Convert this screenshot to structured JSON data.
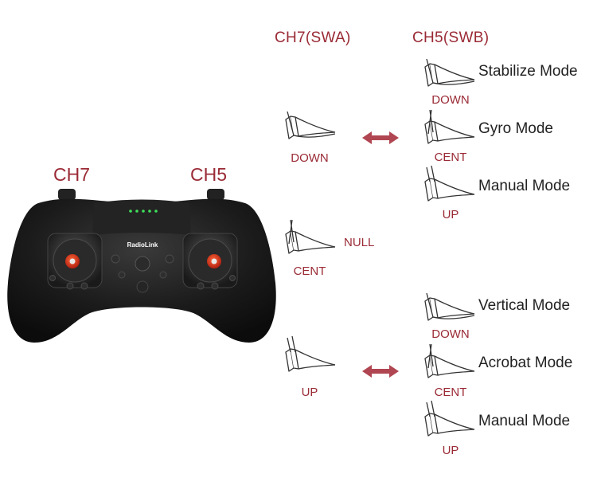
{
  "headers": {
    "swa": "CH7(SWA)",
    "swb": "CH5(SWB)"
  },
  "channels": {
    "left": "CH7",
    "right": "CH5"
  },
  "controller": {
    "brand": "RadioLink"
  },
  "swa_positions": [
    {
      "label": "DOWN",
      "pos": "down"
    },
    {
      "label": "CENT",
      "pos": "cent",
      "note": "NULL"
    },
    {
      "label": "UP",
      "pos": "up"
    }
  ],
  "swb_group_down": [
    {
      "label": "DOWN",
      "mode": "Stabilize Mode",
      "pos": "down"
    },
    {
      "label": "CENT",
      "mode": "Gyro Mode",
      "pos": "cent"
    },
    {
      "label": "UP",
      "mode": "Manual Mode",
      "pos": "up"
    }
  ],
  "swb_group_up": [
    {
      "label": "DOWN",
      "mode": "Vertical Mode",
      "pos": "down"
    },
    {
      "label": "CENT",
      "mode": "Acrobat Mode",
      "pos": "cent"
    },
    {
      "label": "UP",
      "mode": "Manual Mode",
      "pos": "up"
    }
  ],
  "colors": {
    "accent": "#9a2a35",
    "arrow": "#b04651",
    "text": "#222222",
    "body": "#1a1a1a"
  },
  "icons": {
    "switch": "toggle-switch-icon",
    "link": "double-arrow-icon"
  }
}
